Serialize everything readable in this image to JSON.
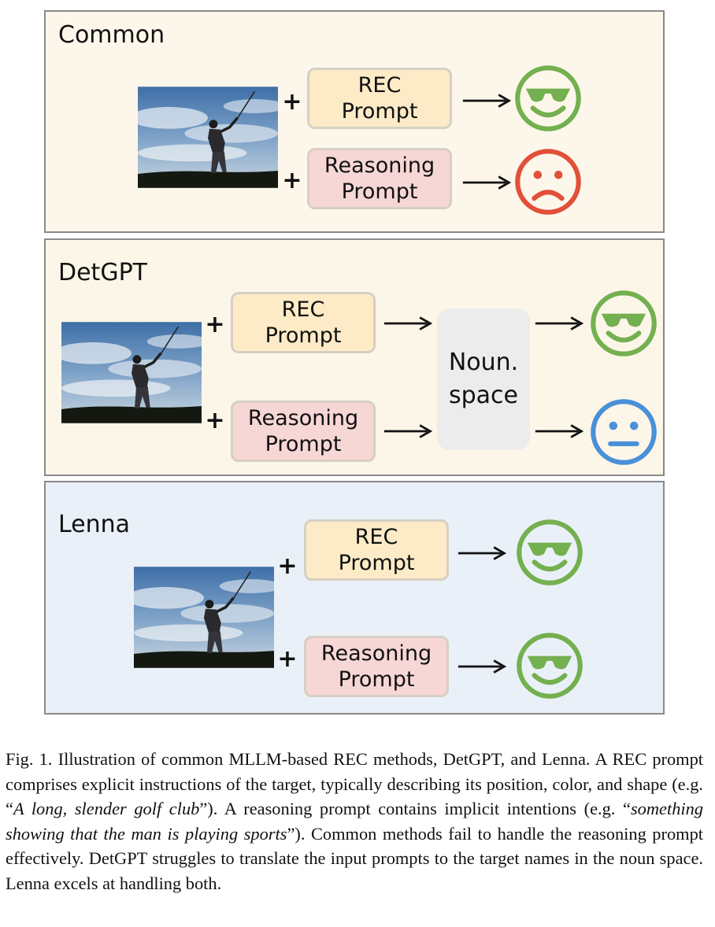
{
  "panels": {
    "common": {
      "title": "Common"
    },
    "detgpt": {
      "title": "DetGPT",
      "noun_line1": "Noun.",
      "noun_line2": "space"
    },
    "lenna": {
      "title": "Lenna"
    }
  },
  "prompts": {
    "rec_line1": "REC",
    "rec_line2": "Prompt",
    "reasoning_line1": "Reasoning",
    "reasoning_line2": "Prompt"
  },
  "plus_sign": "+",
  "icons": {
    "happy": "sunglasses-smiley-icon",
    "sad": "sad-face-icon",
    "neutral": "neutral-face-icon"
  },
  "colors": {
    "happy": "#74b04f",
    "sad": "#e2503a",
    "neutral": "#4a90d9",
    "rec_box": "#fcebc6",
    "reasoning_box": "#f7d6d6"
  },
  "caption": {
    "part1": "Fig. 1.  Illustration of common MLLM-based REC methods, DetGPT, and Lenna. A REC prompt comprises explicit instructions of the target, typically describing its position, color, and shape (e.g. “",
    "italic1": "A long, slender golf club",
    "part2": "”). A reasoning prompt contains implicit intentions (e.g. “",
    "italic2": "something showing that the man is playing sports",
    "part3": "”). Common methods fail to handle the reasoning prompt effectively. DetGPT struggles to translate the input prompts to the target names in the noun space. Lenna excels at handling both."
  }
}
